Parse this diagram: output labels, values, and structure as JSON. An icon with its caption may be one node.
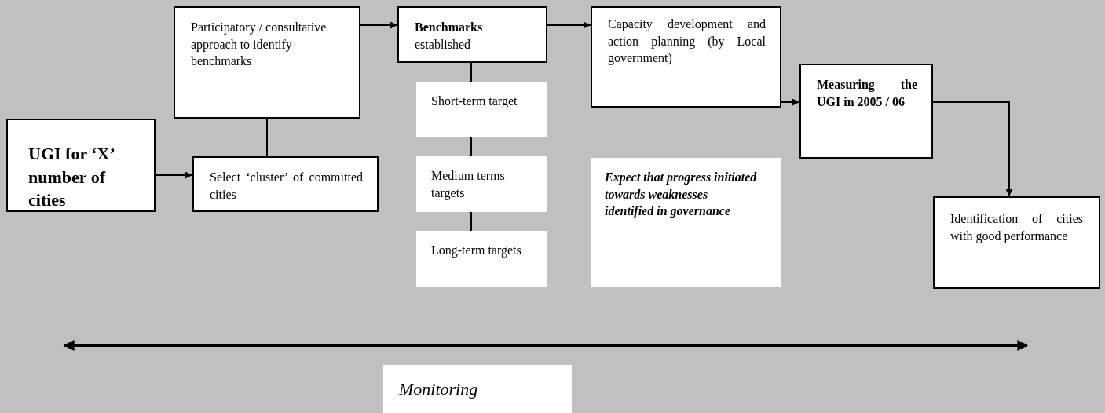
{
  "diagram": {
    "nodes": [
      {
        "text": [
          "UGI for ‘X’ number of cities"
        ]
      },
      {
        "text": [
          "Participatory / consultative approach to identify benchmarks"
        ]
      },
      {
        "text": [
          "Select ‘cluster’ of committed cities"
        ]
      },
      {
        "text": [
          "**Benchmarks** established"
        ]
      },
      {
        "text": [
          "Short-term target"
        ]
      },
      {
        "text": [
          "Medium terms targets"
        ]
      },
      {
        "text": [
          "Long-term targets"
        ]
      },
      {
        "text": [
          "Capacity development and action planning (by Local government)"
        ]
      },
      {
        "text": [
          "Measuring the UGI in 2005 / 06"
        ]
      },
      {
        "text": [
          "Expect that progress initiated towards weaknesses identified in governance"
        ]
      },
      {
        "text": [
          "Identification of cities with good performance"
        ]
      },
      {
        "text": [
          "Monitoring"
        ]
      }
    ],
    "edges": [
      {
        "from": 0,
        "to": 2,
        "arrow": "to"
      },
      {
        "from": 1,
        "to": 2,
        "arrow": "none"
      },
      {
        "from": 1,
        "to": 3,
        "arrow": "to"
      },
      {
        "from": 3,
        "to": 7,
        "arrow": "to"
      },
      {
        "from": 3,
        "to": 4,
        "arrow": "none"
      },
      {
        "from": 4,
        "to": 5,
        "arrow": "none"
      },
      {
        "from": 5,
        "to": 6,
        "arrow": "none"
      },
      {
        "from": 7,
        "to": 8,
        "arrow": "to"
      },
      {
        "from": 8,
        "to": 10,
        "arrow": "to"
      }
    ]
  }
}
